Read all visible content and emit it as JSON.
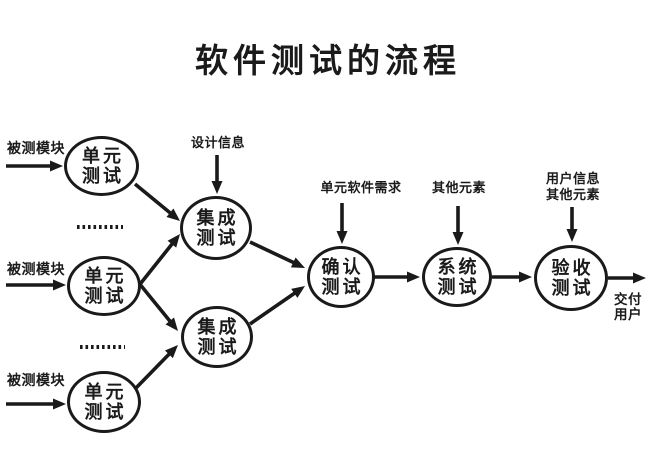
{
  "title": "软件测试的流程",
  "module_inputs": [
    {
      "label": "被测模块"
    },
    {
      "label": "被测模块"
    },
    {
      "label": "被测模块"
    }
  ],
  "circles": [
    {
      "line1": "单元",
      "line2": "测试"
    },
    {
      "line1": "单元",
      "line2": "测试"
    },
    {
      "line1": "单元",
      "line2": "测试"
    },
    {
      "line1": "集成",
      "line2": "测试"
    },
    {
      "line1": "集成",
      "line2": "测试"
    },
    {
      "line1": "确认",
      "line2": "测试"
    },
    {
      "line1": "系统",
      "line2": "测试"
    },
    {
      "line1": "验收",
      "line2": "测试"
    }
  ],
  "annotations": {
    "design_info": "设计信息",
    "unit_software_requirement": "单元软件需求",
    "other_elements": "其他元素",
    "user_info_line1": "用户信息",
    "user_info_line2": "其他元素",
    "delivery_line1": "交付",
    "delivery_line2": "用户"
  },
  "colors": {
    "ink": "#1a1a1a",
    "background": "#ffffff"
  }
}
